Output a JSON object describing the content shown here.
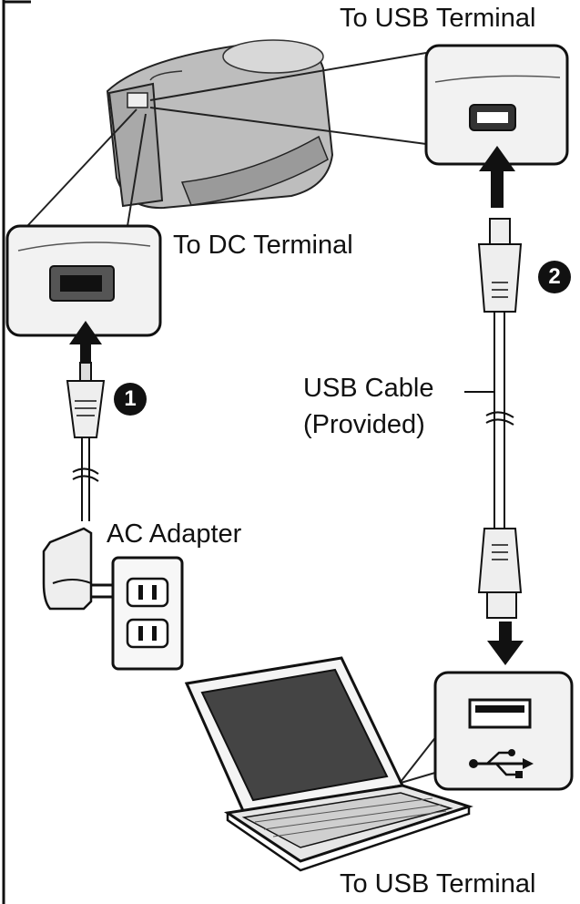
{
  "labels": {
    "usb_terminal_top": "To USB Terminal",
    "dc_terminal": "To DC Terminal",
    "usb_cable_line1": "USB Cable",
    "usb_cable_line2": "(Provided)",
    "ac_adapter": "AC Adapter",
    "usb_terminal_bottom": "To USB Terminal"
  },
  "steps": {
    "step1": "1",
    "step2": "2"
  },
  "colors": {
    "line": "#111111",
    "panel_fill": "#f2f2f2",
    "device_fill": "#b8b8b8",
    "background": "#ffffff"
  }
}
